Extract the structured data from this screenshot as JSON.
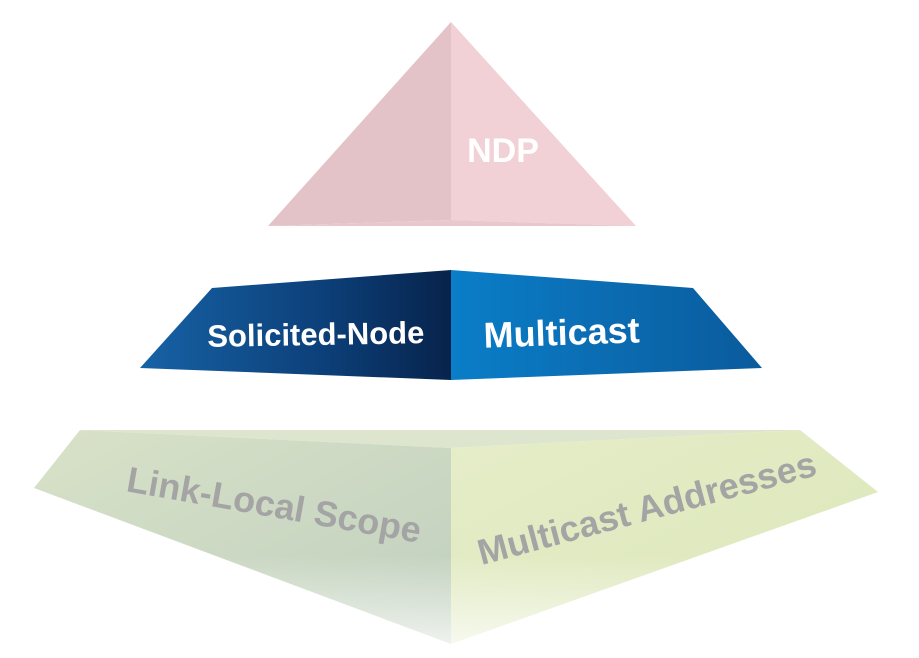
{
  "diagram": {
    "top_tier": {
      "label": "NDP",
      "color_left": "#e3c2c6",
      "color_right": "#f1d0d4"
    },
    "middle_tier": {
      "label_left": "Solicited-Node",
      "label_right": "Multicast",
      "color_left": "#0c4a86",
      "color_right": "#0b6fb6"
    },
    "bottom_tier": {
      "label_left": "Link-Local Scope",
      "label_right": "Multicast Addresses",
      "color_left": "#cdd8bc",
      "color_right": "#e3ebc4",
      "text_color": "#a4a4a4"
    }
  }
}
